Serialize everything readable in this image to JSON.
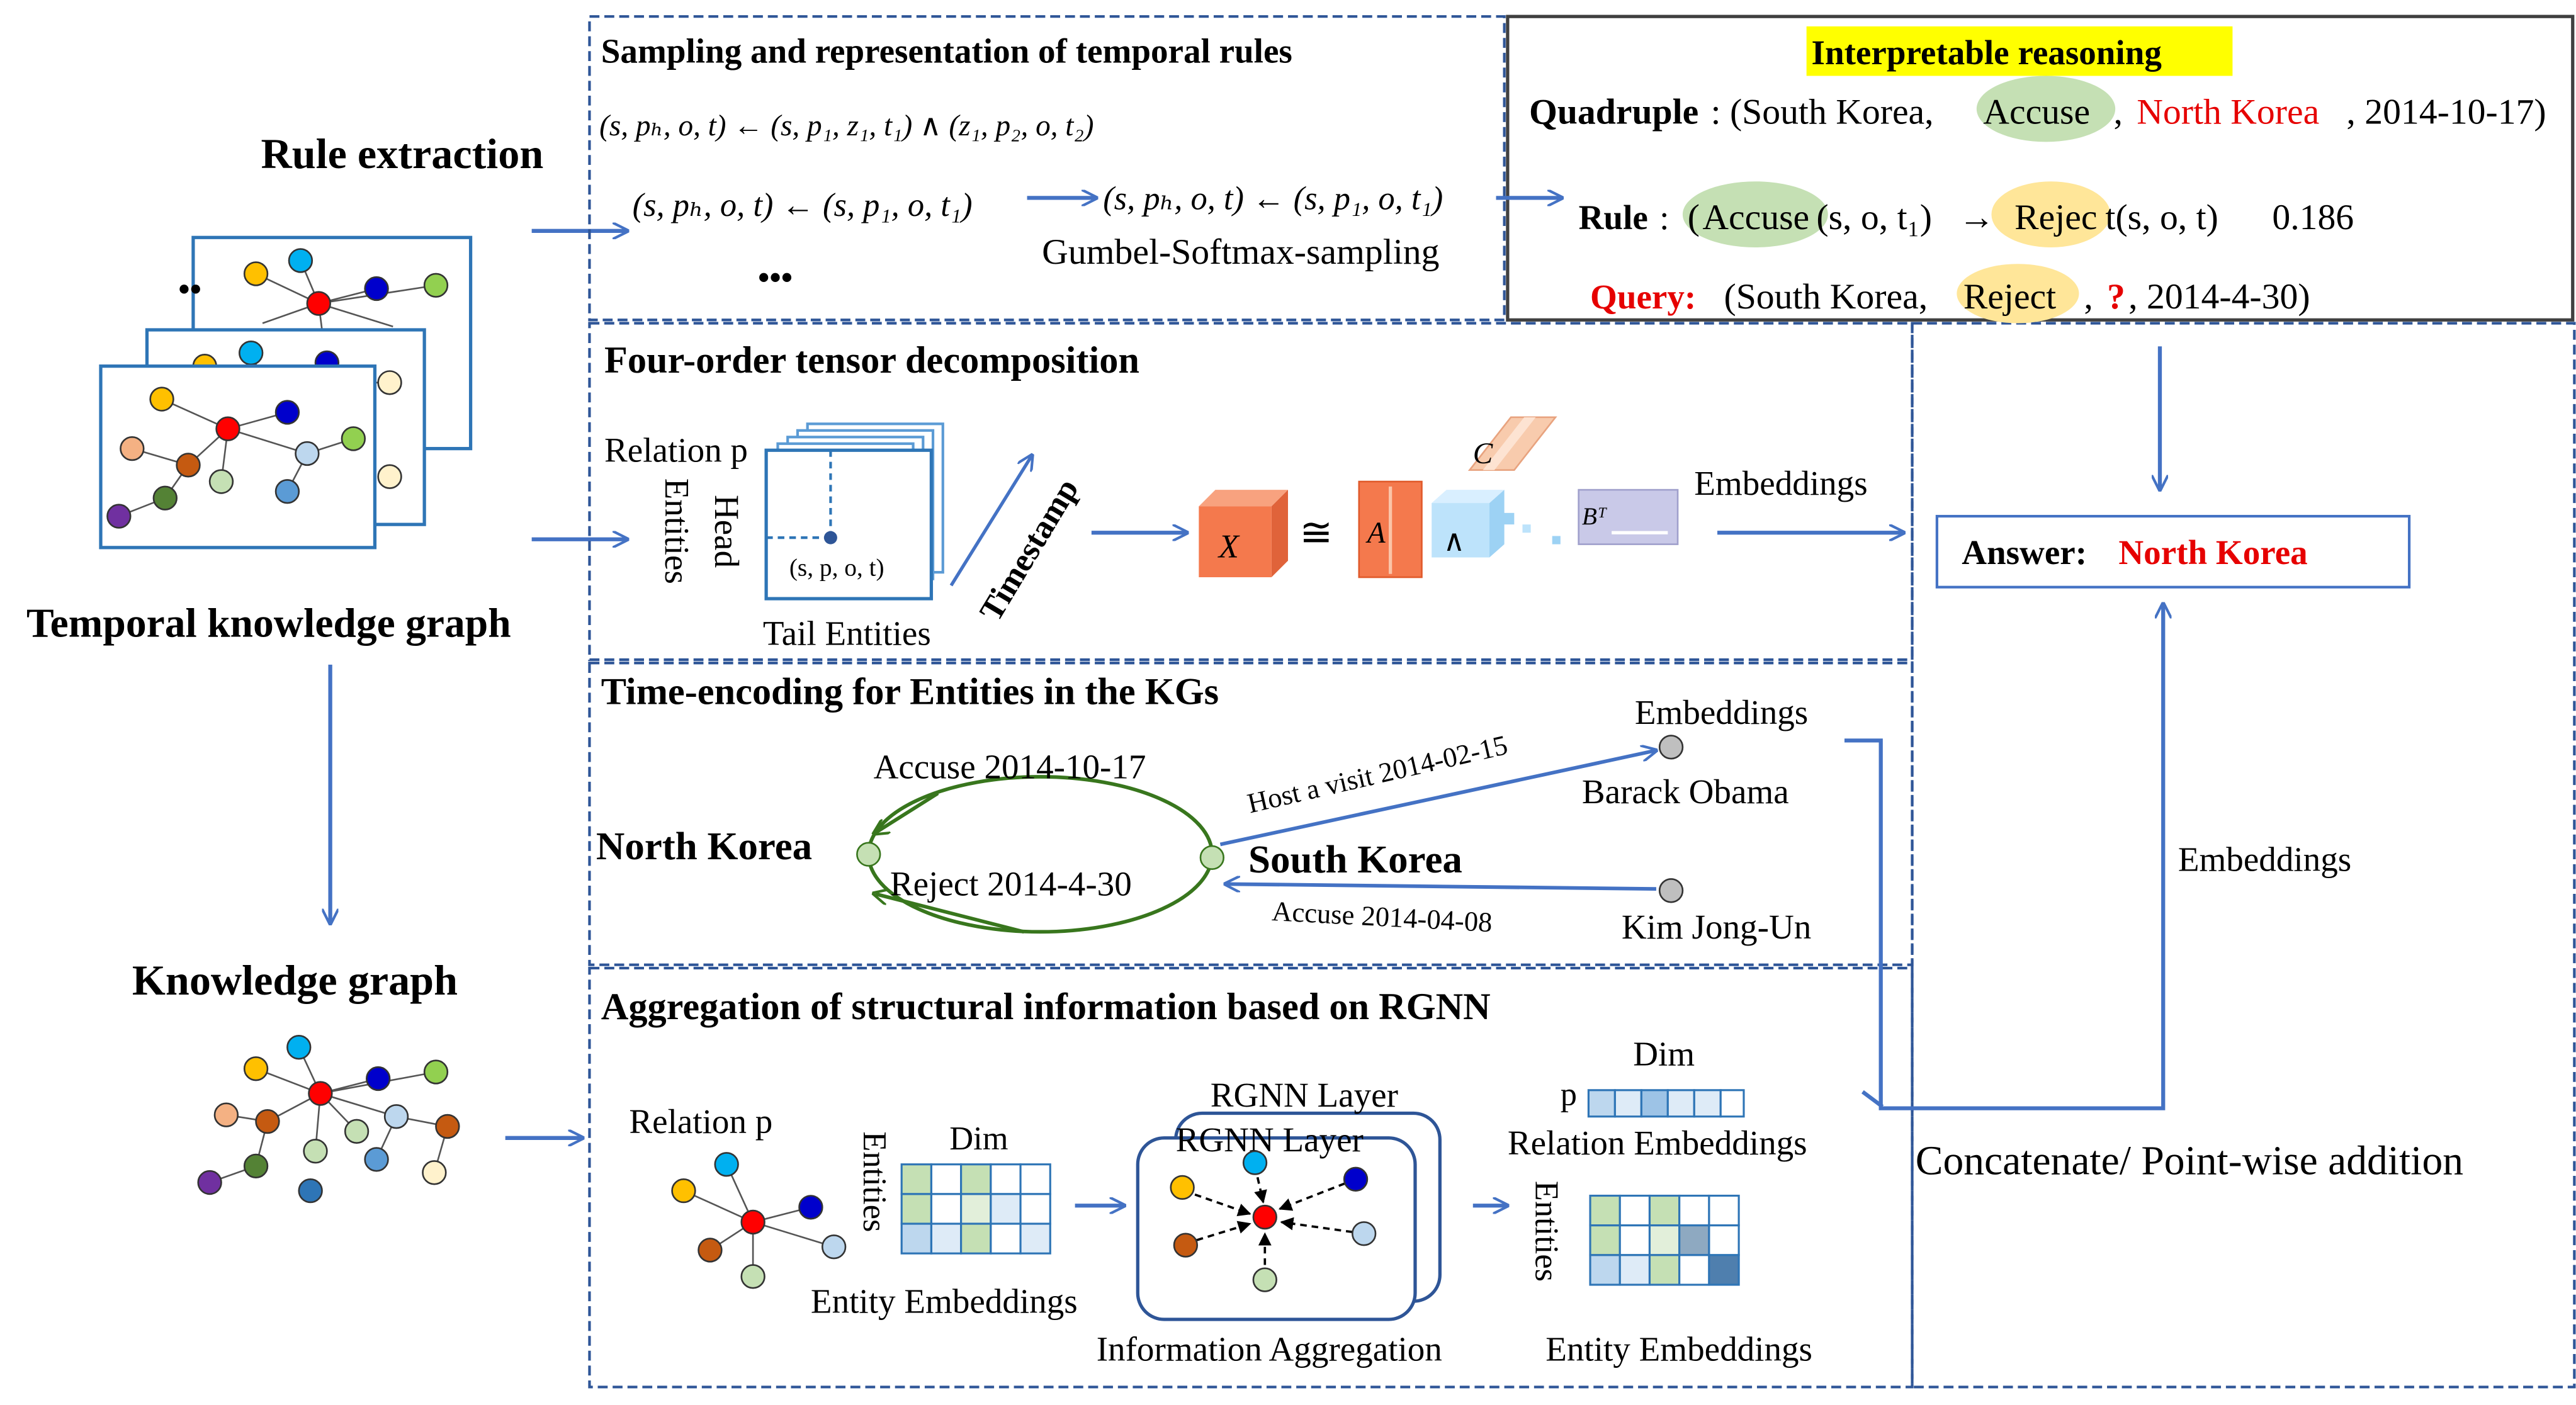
{
  "left": {
    "rule_extraction": "Rule extraction",
    "ellipsis_dots": "••",
    "tkg_title": "Temporal knowledge graph",
    "kg_title": "Knowledge graph"
  },
  "sampling": {
    "title": "Sampling and representation of  temporal rules",
    "formula1": "(s, pₕ, o, t) ← (s, p₁, z₁, t₁) ∧ (z₁, p₂, o, t₂)",
    "formula2a": "(s, pₕ, o, t) ← (s, p₁, o, t₁)",
    "formula2b": "(s, pₕ, o, t) ← (s, p₁, o, t₁)",
    "ellipsis": "•••",
    "gumbel": "Gumbel-Softmax-sampling"
  },
  "interp": {
    "title": "Interpretable reasoning",
    "quad_label": "Quadruple",
    "quad_open": ": (South Korea,",
    "quad_accuse": "Accuse",
    "quad_comma": ",",
    "quad_nk": "North Korea",
    "quad_close": ", 2014-10-17)",
    "rule_label": "Rule",
    "rule_colon": ":",
    "rule_open": "(",
    "rule_accuse": "Accuse",
    "rule_mid": "(s, o, t₁)",
    "rule_arrow": "→",
    "rule_reject": "Rejec",
    "rule_end": "t(s, o, t)",
    "rule_score": "0.186",
    "query_label": "Query:",
    "query_open": "(South Korea,",
    "query_reject": "Reject",
    "query_comma": ",",
    "query_q": "?",
    "query_close": ", 2014-4-30)"
  },
  "tensor": {
    "title": "Four-order tensor decomposition",
    "relation": "Relation p",
    "head": "Head",
    "entities": "Entities",
    "cell": "(s, p, o, t)",
    "tail": "Tail Entities",
    "timestamp": "Timestamp",
    "x": "X",
    "approx": "≅",
    "a": "A",
    "c": "C",
    "lambda": "∧",
    "bt": "Bᵀ",
    "embeddings": "Embeddings"
  },
  "answer": {
    "label": "Answer:",
    "value": "North Korea"
  },
  "right_embeddings": "Embeddings",
  "concat": "Concatenate/ Point-wise addition",
  "timeenc": {
    "title": "Time-encoding for Entities in the KGs",
    "north_korea": "North Korea",
    "south_korea": "South Korea",
    "accuse_top": "Accuse 2014-10-17",
    "reject": "Reject 2014-4-30",
    "host": "Host a visit 2014-02-15",
    "accuse_bottom": "Accuse 2014-04-08",
    "embeddings": "Embeddings",
    "obama": "Barack Obama",
    "kim": "Kim Jong-Un"
  },
  "rgnn": {
    "title": "Aggregation of structural information based on RGNN",
    "relation": "Relation p",
    "entities": "Entities",
    "dim": "Dim",
    "entity_emb": "Entity Embeddings",
    "layer_back": "RGNN Layer",
    "layer_front": "RGNN Layer",
    "info_agg": "Information Aggregation",
    "dim_right": "Dim",
    "p": "p",
    "rel_emb": "Relation Embeddings",
    "entities_right": "Entities",
    "entity_emb_right": "Entity Embeddings"
  },
  "colors": {
    "blue_arrow": "#4472c4",
    "box_border": "#2e5597",
    "red_text": "#e60000",
    "highlight_yellow": "#ffff00",
    "green_oval": "#c5e0b4",
    "yellow_oval": "#ffe699",
    "dark_green": "#38761d",
    "tensor_orange": "#f4794d"
  }
}
